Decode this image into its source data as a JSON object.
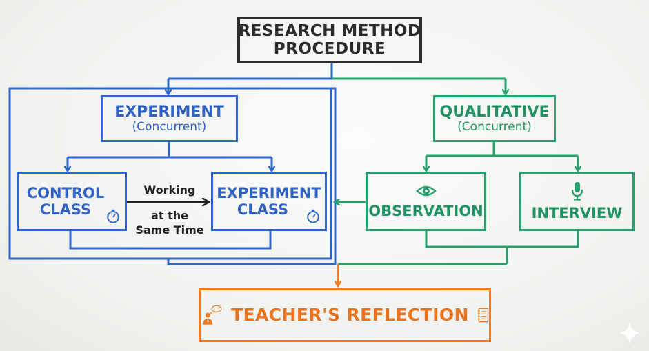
{
  "root": {
    "line1": "RESEARCH METHOD",
    "line2": "PROCEDURE"
  },
  "experiment": {
    "title": "EXPERIMENT",
    "subtitle": "(Concurrent)"
  },
  "qualitative": {
    "title": "QUALITATIVE",
    "subtitle": "(Concurrent)"
  },
  "control_class": {
    "line1": "CONTROL",
    "line2": "CLASS",
    "icon": "stopwatch-icon"
  },
  "experiment_class": {
    "line1": "EXPERIMENT",
    "line2": "CLASS",
    "icon": "stopwatch-icon"
  },
  "observation": {
    "label": "OBSERVATION",
    "icon": "eye-icon"
  },
  "interview": {
    "label": "INTERVIEW",
    "icon": "microphone-icon"
  },
  "connector_label": {
    "line1": "Working",
    "line2": "at the",
    "line3": "Same Time"
  },
  "reflection": {
    "label": "TEACHER'S REFLECTION",
    "left_icon": "teacher-thinking-icon",
    "right_icon": "notebook-icon"
  },
  "colors": {
    "root": "#2d2d2d",
    "experiment": "#2f67c9",
    "qualitative": "#26a06c",
    "reflection": "#ef7a1f"
  }
}
